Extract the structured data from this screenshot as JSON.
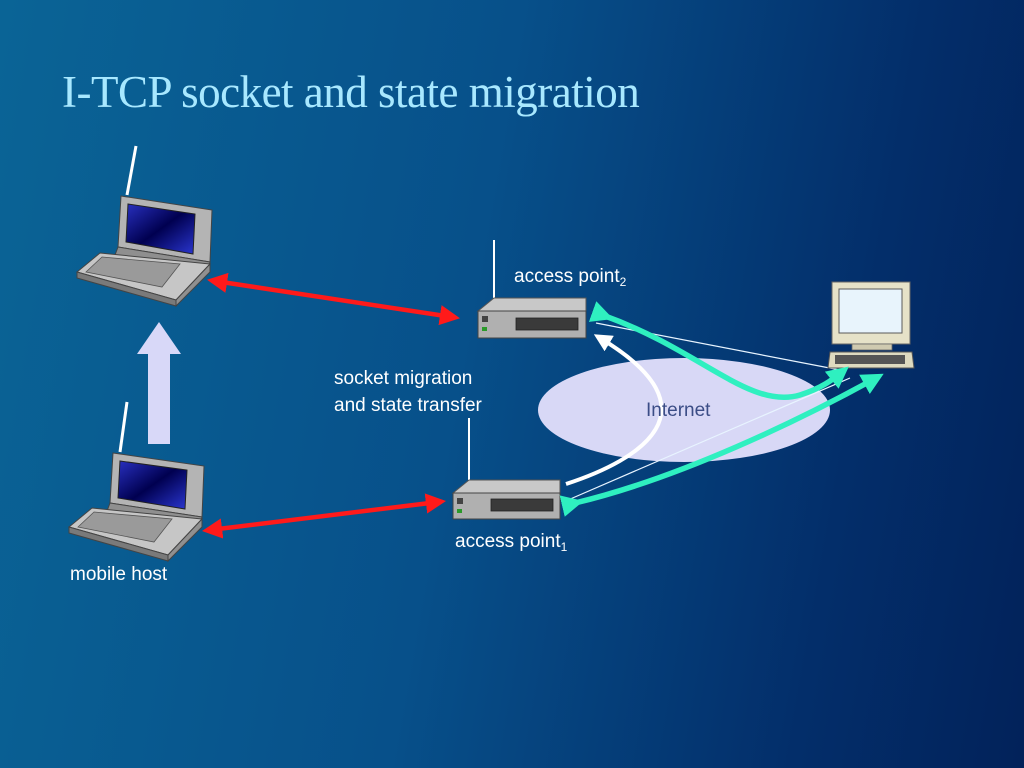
{
  "slide": {
    "title": "I-TCP socket and state migration"
  },
  "labels": {
    "access_point_2": {
      "text": "access point",
      "sub": "2"
    },
    "access_point_1": {
      "text": "access point",
      "sub": "1"
    },
    "mobile_host": "mobile host",
    "socket_migration_line1": "socket migration",
    "socket_migration_line2": "and state transfer",
    "internet": "Internet"
  },
  "colors": {
    "title": "#a8e8ff",
    "wireless_link": "#ff1a1a",
    "internet_link": "#2ff0c0",
    "migration_arrow": "#ffffff",
    "movement_arrow": "#d8d8f8",
    "internet_cloud": "#d8d8f6"
  }
}
